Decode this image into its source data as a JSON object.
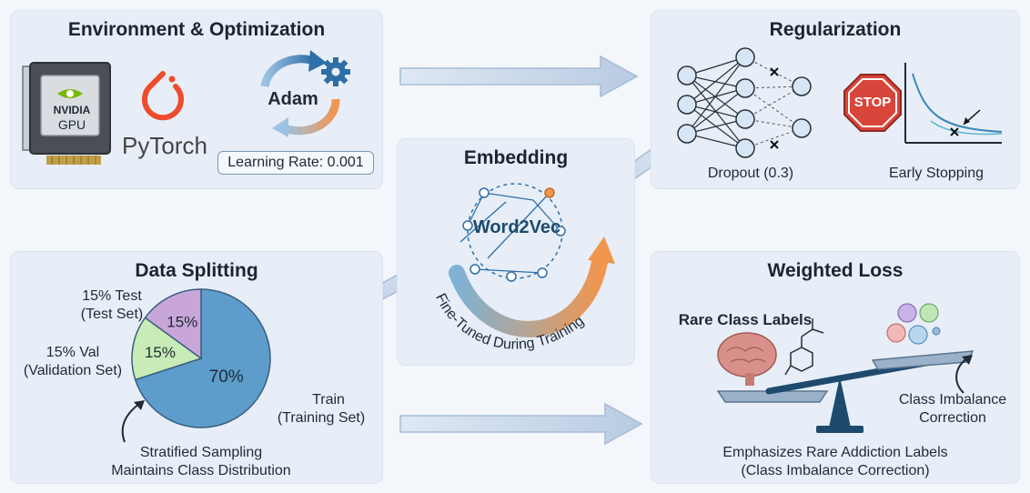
{
  "env": {
    "title": "Environment & Optimization",
    "gpu_brand": "NVIDIA",
    "gpu_label": "GPU",
    "framework": "PyTorch",
    "optimizer": "Adam",
    "learning_rate": "Learning Rate: 0.001"
  },
  "regularization": {
    "title": "Regularization",
    "dropout_label": "Dropout (0.3)",
    "stop_sign": "STOP",
    "early_stopping_label": "Early Stopping"
  },
  "embedding": {
    "title": "Embedding",
    "model": "Word2Vec",
    "finetune_label": "Fine-Tuned During Training"
  },
  "data_splitting": {
    "title": "Data Splitting",
    "test_label": "15% Test",
    "test_sub": "(Test Set)",
    "val_label": "15% Val",
    "val_sub": "(Validation Set)",
    "train_label": "Train",
    "train_sub": "(Training Set)",
    "stratified_line1": "Stratified Sampling",
    "stratified_line2": "Maintains Class Distribution",
    "slices": [
      {
        "label": "70%",
        "value": 70,
        "color": "#5d9ccb"
      },
      {
        "label": "15%",
        "value": 15,
        "color": "#c7ecb5"
      },
      {
        "label": "15%",
        "value": 15,
        "color": "#c9a6d9"
      }
    ]
  },
  "weighted_loss": {
    "title": "Weighted Loss",
    "rare_class": "Rare Class Labels",
    "imbalance_line1": "Class Imbalance",
    "imbalance_line2": "Correction",
    "emphasis_line1": "Emphasizes Rare Addiction Labels",
    "emphasis_line2": "(Class Imbalance Correction)"
  },
  "colors": {
    "panel": "#e7eef7",
    "arrow": "#c4d3e6",
    "accent_blue": "#2f6fa8",
    "accent_orange": "#f0964f",
    "dark_blue": "#1e4a6e"
  }
}
